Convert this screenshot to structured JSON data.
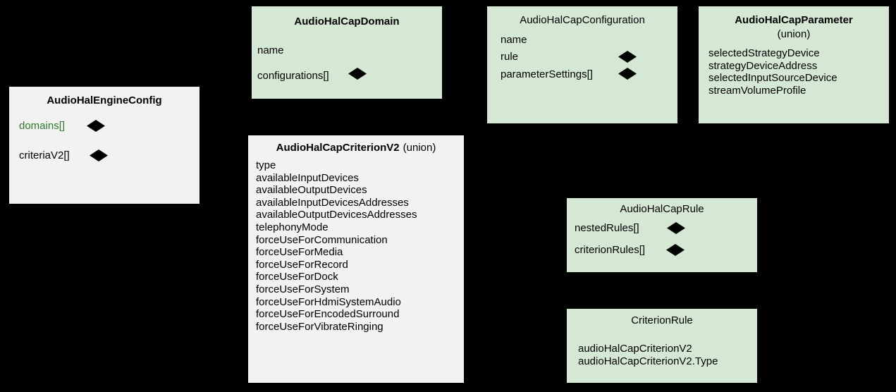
{
  "diagram": {
    "title": "AudioHalCap UML class relationship diagram",
    "background_color": "#000000",
    "green_fill": "#d5e8d4",
    "grey_fill": "#f2f2f2",
    "accent_text_color": "#2d7a2d",
    "line_color": "#000000",
    "line_style": "dashed"
  },
  "classes": {
    "engine_config": {
      "name": "AudioHalEngineConfig",
      "fill": "#f2f2f2",
      "title_bold": true,
      "fields": [
        {
          "label": "domains[]",
          "color": "#2d7a2d",
          "composition": true
        },
        {
          "label": "criteriaV2[]",
          "color": "#000000",
          "composition": true
        }
      ]
    },
    "cap_domain": {
      "name": "AudioHalCapDomain",
      "fill": "#d5e8d4",
      "title_bold": true,
      "fields": [
        {
          "label": "name",
          "color": "#000000",
          "composition": false
        },
        {
          "label": "configurations[]",
          "color": "#000000",
          "composition": true
        }
      ]
    },
    "cap_configuration": {
      "name": "AudioHalCapConfiguration",
      "fill": "#d5e8d4",
      "title_bold": false,
      "fields": [
        {
          "label": "name",
          "color": "#000000",
          "composition": false
        },
        {
          "label": "rule",
          "color": "#000000",
          "composition": true
        },
        {
          "label": "parameterSettings[]",
          "color": "#000000",
          "composition": true
        }
      ]
    },
    "cap_parameter": {
      "name": "AudioHalCapParameter",
      "stereotype": "(union)",
      "fill": "#d5e8d4",
      "title_bold": true,
      "fields": [
        "selectedStrategyDevice",
        "strategyDeviceAddress",
        "selectedInputSourceDevice",
        "streamVolumeProfile"
      ]
    },
    "cap_criterion_v2": {
      "name": "AudioHalCapCriterionV2",
      "stereotype": "(union)",
      "fill": "#f2f2f2",
      "title_bold": true,
      "fields": [
        "type",
        "availableInputDevices",
        "availableOutputDevices",
        "availableInputDevicesAddresses",
        "availableOutputDevicesAddresses",
        "telephonyMode",
        "forceUseForCommunication",
        "forceUseForMedia",
        "forceUseForRecord",
        "forceUseForDock",
        "forceUseForSystem",
        "forceUseForHdmiSystemAudio",
        "forceUseForEncodedSurround",
        "forceUseForVibrateRinging"
      ]
    },
    "cap_rule": {
      "name": "AudioHalCapRule",
      "fill": "#d5e8d4",
      "title_bold": false,
      "fields": [
        {
          "label": "nestedRules[]",
          "color": "#000000",
          "composition": true
        },
        {
          "label": "criterionRules[]",
          "color": "#000000",
          "composition": true
        }
      ]
    },
    "criterion_rule": {
      "name": "CriterionRule",
      "fill": "#d5e8d4",
      "title_bold": false,
      "fields": [
        "audioHalCapCriterionV2",
        "audioHalCapCriterionV2.Type"
      ]
    }
  },
  "relations": [
    {
      "from": "AudioHalEngineConfig.domains[]",
      "to": "AudioHalCapDomain",
      "kind": "composition"
    },
    {
      "from": "AudioHalEngineConfig.criteriaV2[]",
      "to": "AudioHalCapCriterionV2",
      "kind": "composition"
    },
    {
      "from": "AudioHalCapDomain.configurations[]",
      "to": "AudioHalCapConfiguration",
      "kind": "composition"
    },
    {
      "from": "AudioHalCapConfiguration.rule",
      "to": "AudioHalCapRule",
      "kind": "composition"
    },
    {
      "from": "AudioHalCapConfiguration.parameterSettings[]",
      "to": "AudioHalCapParameter",
      "kind": "composition"
    },
    {
      "from": "AudioHalCapRule.nestedRules[]",
      "to": "AudioHalCapRule",
      "kind": "composition"
    },
    {
      "from": "AudioHalCapRule.criterionRules[]",
      "to": "CriterionRule",
      "kind": "composition"
    }
  ]
}
